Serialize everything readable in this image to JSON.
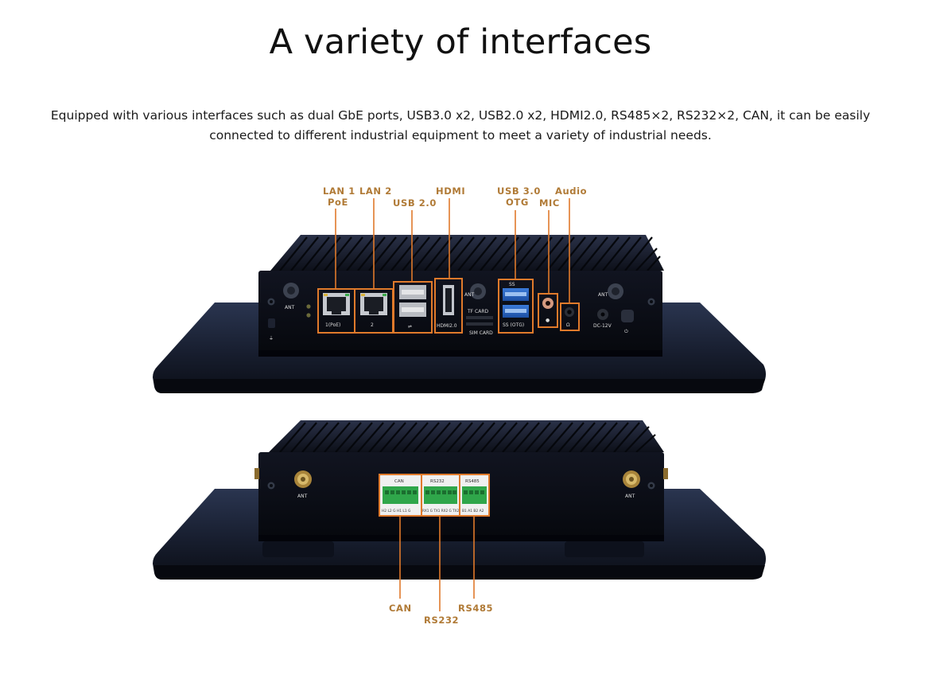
{
  "title": "A variety of interfaces",
  "description": {
    "line1": "Equipped with various interfaces such as dual GbE ports, USB3.0 x2, USB2.0 x2, HDMI2.0, RS485×2, RS232×2, CAN, it can be easily",
    "line2": "connected to different industrial equipment to meet a variety of industrial needs."
  },
  "front_panel": {
    "callouts": {
      "lan1_line1": "LAN 1",
      "lan1_line2": "PoE",
      "lan2": "LAN 2",
      "usb20": "USB 2.0",
      "hdmi": "HDMI",
      "usb30_line1": "USB 3.0",
      "usb30_line2": "OTG",
      "mic": "MIC",
      "audio": "Audio"
    },
    "silkscreen": {
      "ant_left": "ANT",
      "ant_mid": "ANT",
      "ant_right": "ANT",
      "lan1": "1(PoE)",
      "lan2": "2",
      "hdmi": "HDMI2.0",
      "tf_card": "TF CARD",
      "sim_card": "SIM CARD",
      "usb3_top": "SS",
      "usb3_otg": "SS (OTG)",
      "dc": "DC-12V"
    }
  },
  "rear_panel": {
    "callouts": {
      "can": "CAN",
      "rs232": "RS232",
      "rs485": "RS485"
    },
    "silkscreen": {
      "ant_left": "ANT",
      "ant_right": "ANT",
      "can": "CAN",
      "rs232": "RS232",
      "rs485": "RS485",
      "can_pins": "H2 L2  G  H1  L1  G",
      "rs232_pins": "RX1 G  TX1 RX2 G TX2",
      "rs485_pins": "B1  A1  B2  A2"
    }
  },
  "colors": {
    "callout": "#b07a36",
    "highlight": "#e07a2b",
    "chassis": "#0c0f17",
    "base": "#151b2b"
  }
}
